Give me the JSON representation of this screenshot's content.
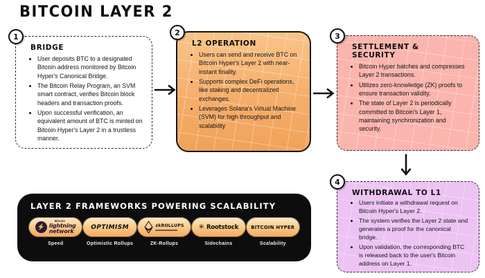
{
  "title": "BITCOIN LAYER 2",
  "steps": [
    {
      "number": "1",
      "title": "BRIDGE",
      "bullets": [
        "User deposits BTC to a designated Bitcoin address monitored by Bitcoin Hyper's Canonical Bridge.",
        "The Bitcoin Relay Program, an SVM smart contract, verifies Bitcoin block headers and transaction proofs.",
        "Upon successful verification, an equivalent amount of BTC is minted on Bitcoin Hyper's Layer 2 in a trustless manner."
      ]
    },
    {
      "number": "2",
      "title": "L2 OPERATION",
      "bullets": [
        "Users can send and receive BTC on Bitcoin Hyper's Layer 2 with near-instant finality.",
        "Supports complex DeFi operations, like staking and decentralized exchanges.",
        "Leverages Solana's Virtual Machine (SVM) for high throughput and scalability"
      ]
    },
    {
      "number": "3",
      "title": "SETTLEMENT & SECURITY",
      "bullets": [
        "Bitcoin Hyper batches and compresses Layer 2 transactions.",
        "Utilizes zero-knowledge (ZK) proofs to ensure transaction validity.",
        "The state of Layer 2 is periodically committed to Bitcoin's Layer 1, maintaining synchronization and security."
      ]
    },
    {
      "number": "4",
      "title": "WITHDRAWAL TO L1",
      "bullets": [
        "Users initiate a withdrawal request on Bitcoin Hyper's Layer 2.",
        "The system verifies the Layer 2 state and generates a proof for the canonical bridge.",
        "Upon validation, the corresponding BTC is released back to the user's Bitcoin address on Layer 1."
      ]
    }
  ],
  "frameworks_panel": {
    "title": "LAYER 2 FRAMEWORKS POWERING SCALABILITY",
    "items": [
      {
        "brand_top": "Bitcoin",
        "brand_line1": "lightning",
        "brand_line2": "network",
        "label": "Speed"
      },
      {
        "brand": "OPTIMISM",
        "label": "Optimistic Rollups"
      },
      {
        "brand": "zkROLLUPS",
        "label": "ZK-Rollups"
      },
      {
        "brand": "Rootstock",
        "label": "Sidechains"
      },
      {
        "brand": "BITCOIN HYPER",
        "label": "Scalability"
      }
    ]
  },
  "icons": {
    "lightning": "lightning-bolt-icon",
    "ethereum": "ethereum-diamond-icon",
    "rootstock": "rootstock-gear-icon",
    "rootstock_glyph": "✳",
    "lightning_glyph": "⚡"
  },
  "colors": {
    "step2_bg_top": "#F9C489",
    "step2_bg_bottom": "#F0A258",
    "step3_bg": "#FBB5AE",
    "step4_bg": "#ECC3F3",
    "panel_bg": "#0D0D0D",
    "pill_bg_top": "#FCECCB",
    "pill_bg_bottom": "#F3A75F",
    "arrow": "#111111"
  }
}
